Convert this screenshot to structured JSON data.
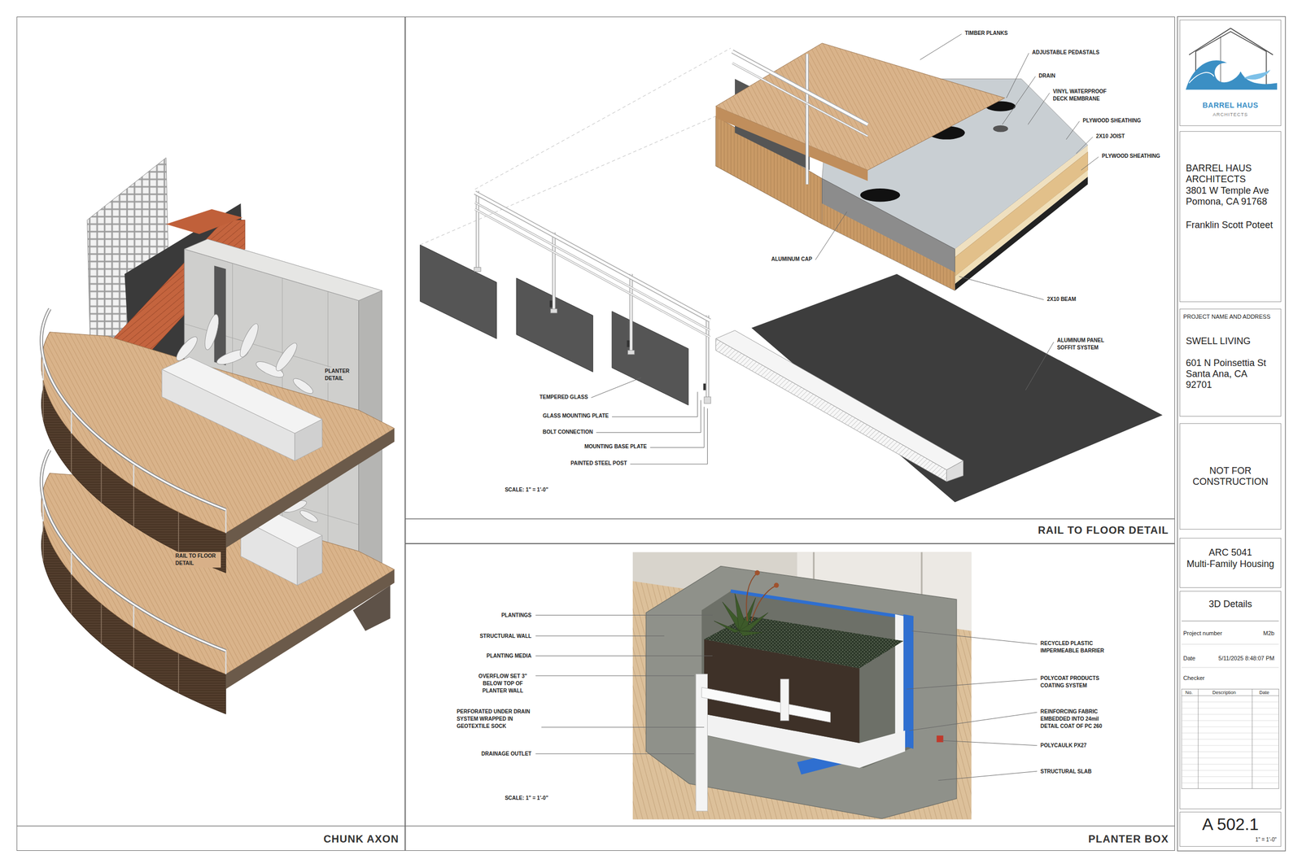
{
  "diagram": {
    "nodes": [
      {
        "text": [
          "CHUNK AXON"
        ]
      },
      {
        "text": [
          "RAIL TO FLOOR DETAIL"
        ]
      },
      {
        "text": [
          "PLANTER BOX"
        ]
      },
      {
        "text": [
          "BARREL HAUS",
          "ARCHITECTS"
        ]
      },
      {
        "text": [
          "BARREL HAUS ARCHITECTS",
          "3801 W Temple Ave",
          "Pomona, CA 91768",
          "Franklin Scott Poteet"
        ]
      },
      {
        "text": [
          "PROJECT NAME AND ADDRESS",
          "SWELL LIVING",
          "601 N Poinsettia St",
          "Santa Ana, CA",
          "92701"
        ]
      },
      {
        "text": [
          "NOT FOR CONSTRUCTION"
        ]
      },
      {
        "text": [
          "ARC 5041",
          "Multi-Family Housing"
        ]
      },
      {
        "text": [
          "3D Details",
          "Project number",
          "M2b",
          "Date",
          "5/11/2025 8:48:07 PM",
          "Checker",
          "No.",
          "Description",
          "Date"
        ]
      },
      {
        "text": [
          "A 502.1",
          "1\" = 1'-0\""
        ]
      }
    ],
    "labels": [
      "TIMBER PLANKS",
      "ADJUSTABLE PEDASTALS",
      "DRAIN",
      "VINYL WATERPROOF DECK MEMBRANE",
      "PLYWOOD SHEATHING",
      "2X10 JOIST",
      "PLYWOOD SHEATHING",
      "ALUMINUM CAP",
      "2X10 BEAM",
      "ALUMINUM PANEL SOFFIT SYSTEM",
      "TEMPERED GLASS",
      "GLASS MOUNTING PLATE",
      "BOLT CONNECTION",
      "MOUNTING BASE PLATE",
      "PAINTED STEEL POST",
      "SCALE: 1\" = 1'-0\"",
      "PLANTER DETAIL",
      "RAIL TO FLOOR DETAIL",
      "PLANTINGS",
      "STRUCTURAL WALL",
      "PLANTING MEDIA",
      "OVERFLOW SET 3\" BELOW TOP OF PLANTER WALL",
      "PERFORATED UNDER DRAIN SYSTEM WRAPPED IN GEOTEXTILE SOCK",
      "DRAINAGE OUTLET",
      "SCALE: 1\" = 1'-0\"",
      "RECYCLED PLASTIC IMPERMEABLE BARRIER",
      "POLYCOAT PRODUCTS COATING SYSTEM",
      "REINFORCING FABRIC EMBEDDED INTO 24mil DETAIL COAT OF PC 260",
      "POLYCAULK PX27",
      "STRUCTURAL SLAB"
    ]
  }
}
